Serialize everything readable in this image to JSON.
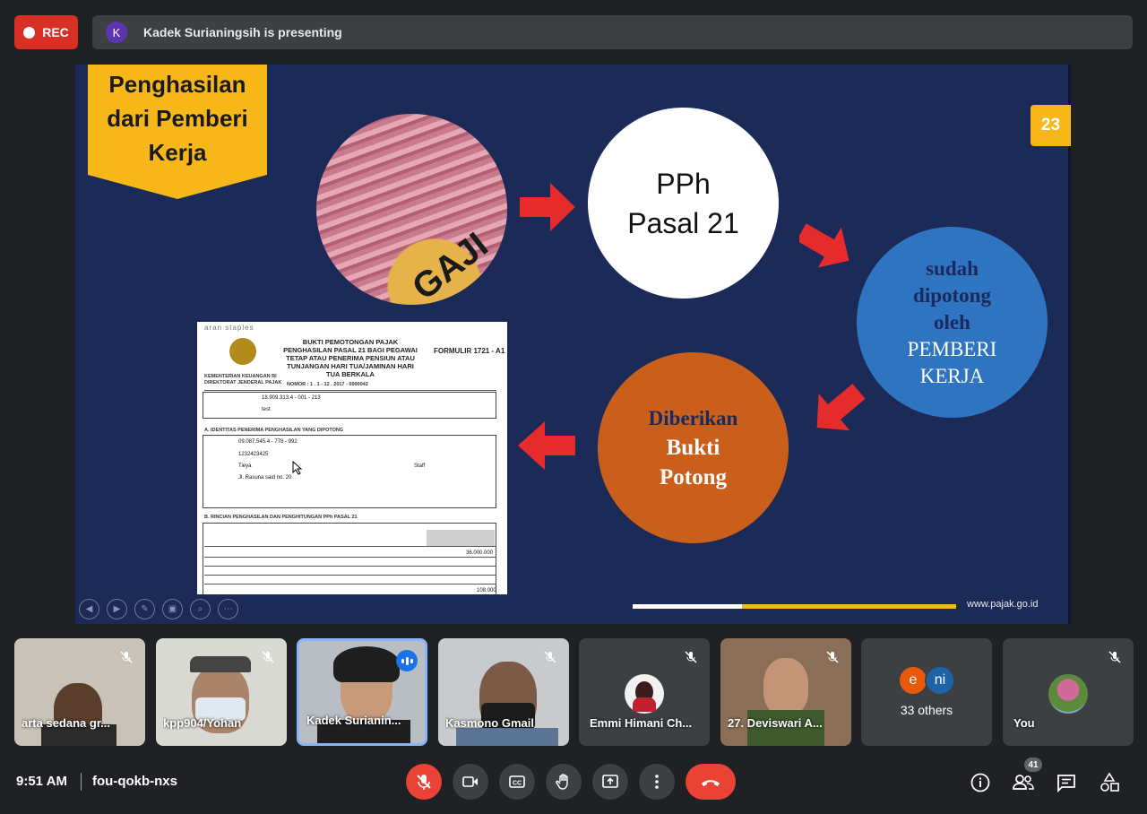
{
  "recording": {
    "label": "REC"
  },
  "presenter": {
    "avatar_initial": "K",
    "text": "Kadek Surianingsih is presenting"
  },
  "slide": {
    "banner": "Penghasilan\ndari Pemberi\nKerja",
    "number": "23",
    "money_label": "GAJI",
    "pph": "PPh\nPasal 21",
    "sudah_dark": "sudah\ndipotong\noleh",
    "sudah_light": "PEMBERI\nKERJA",
    "diberikan_dark": "Diberikan",
    "diberikan_light": "Bukti\nPotong",
    "website": "www.pajak.go.id",
    "progress": 0.35,
    "form": {
      "brand": "aran staples",
      "header": "BUKTI PEMOTONGAN PAJAK PENGHASILAN PASAL 21 BAGI PEGAWAI TETAP ATAU PENERIMA PENSIUN ATAU TUNJANGAN HARI TUA/JAMINAN HARI TUA BERKALA",
      "code": "FORMULIR 1721 - A1",
      "ministry": "KEMENTERIAN KEUANGAN RI DIREKTORAT JENDERAL PAJAK",
      "nomor": "NOMOR : 1 . 1 - 12 . 2017 - 0000042",
      "npwp": "18.909.313.4 - 001 - 213",
      "nama_pemotong": "test",
      "section_a": "A. IDENTITAS PENERIMA PENGHASILAN YANG DIPOTONG",
      "npwp_penerima": "09.087.545.4 - 778 - 992",
      "nik": "1232423425",
      "nama": "Tieya",
      "alamat": "Jl. Rasuna said no. 20",
      "jabatan": "Staff",
      "section_b": "B. RINCIAN PENGHASILAN DAN PENGHITUNGAN PPh PASAL 21",
      "gaji_value": "36.000.000",
      "total_value": "108.000"
    }
  },
  "participants": [
    {
      "name": "arta sedana gr...",
      "muted": true
    },
    {
      "name": "kpp904/Yohan",
      "muted": true
    },
    {
      "name": "Kadek Surianin...",
      "muted": false,
      "speaking": true
    },
    {
      "name": "Kasmono Gmail",
      "muted": true
    },
    {
      "name": "Emmi Himani Ch...",
      "muted": true
    },
    {
      "name": "27. Deviswari A...",
      "muted": true
    },
    {
      "name": "33 others",
      "avatars": [
        "e",
        "ni"
      ]
    },
    {
      "name": "You",
      "muted": true
    }
  ],
  "colors": {
    "accent_red": "#ea4335",
    "speaking_blue": "#1a73e8",
    "slide_bg": "#1c2a58",
    "banner_yellow": "#f7b719"
  },
  "meeting": {
    "time": "9:51 AM",
    "code": "fou-qokb-nxs",
    "participant_count": "41"
  },
  "icons": {
    "mic": "mic-off-icon",
    "camera": "camera-icon",
    "captions": "captions-icon",
    "hand": "raise-hand-icon",
    "present": "present-icon",
    "more": "more-vert-icon",
    "end": "end-call-icon",
    "info": "info-icon",
    "people": "people-icon",
    "chat": "chat-icon",
    "activities": "activities-icon"
  }
}
